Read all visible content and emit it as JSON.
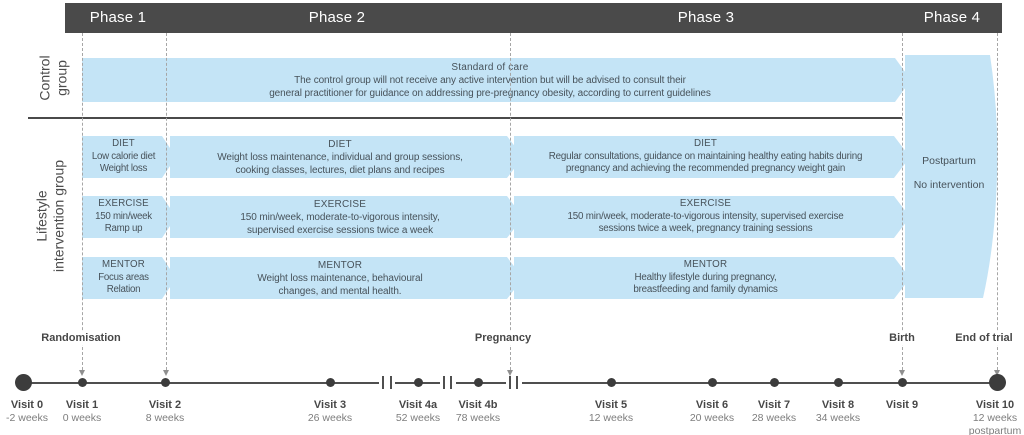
{
  "colors": {
    "accent_blue": "#c4e4f6",
    "header_bar": "#4a4a4a",
    "arrow_text": "#47525a",
    "timeline": "#4f4f4f",
    "dashed_line": "#a6a6a6",
    "muted_text": "#7d7d7d"
  },
  "header": {
    "phases": [
      {
        "label": "Phase 1"
      },
      {
        "label": "Phase 2"
      },
      {
        "label": "Phase 3"
      },
      {
        "label": "Phase 4"
      }
    ]
  },
  "groups": {
    "control": {
      "line1": "Control",
      "line2": "group"
    },
    "lifestyle": {
      "line1": "Lifestyle",
      "line2": "intervention group"
    }
  },
  "control_arrow": {
    "line1": "Standard of care",
    "line2": "The control group will not receive any active intervention but will be advised to consult their",
    "line3": "general practitioner for guidance on addressing pre-pregnancy obesity, according to current guidelines"
  },
  "rows": {
    "diet": {
      "p1": {
        "title": "DIET",
        "line1": "Low calorie diet",
        "line2": "Weight loss"
      },
      "p2": {
        "title": "DIET",
        "line1": "Weight loss maintenance, individual and group sessions,",
        "line2": "cooking classes, lectures, diet plans and recipes"
      },
      "p3": {
        "title": "DIET",
        "line1": "Regular consultations, guidance on maintaining healthy eating habits during",
        "line2": "pregnancy and achieving the recommended pregnancy weight gain"
      }
    },
    "exercise": {
      "p1": {
        "title": "EXERCISE",
        "line1": "150 min/week",
        "line2": "Ramp up"
      },
      "p2": {
        "title": "EXERCISE",
        "line1": "150 min/week, moderate-to-vigorous intensity,",
        "line2": "supervised exercise sessions twice a week"
      },
      "p3": {
        "title": "EXERCISE",
        "line1": "150 min/week, moderate-to-vigorous intensity, supervised exercise",
        "line2": "sessions twice a week, pregnancy training sessions"
      }
    },
    "mentor": {
      "p1": {
        "title": "MENTOR",
        "line1": "Focus areas",
        "line2": "Relation"
      },
      "p2": {
        "title": "MENTOR",
        "line1": "Weight loss maintenance, behavioural",
        "line2": "changes, and mental health."
      },
      "p3": {
        "title": "MENTOR",
        "line1": "Healthy lifestyle during pregnancy,",
        "line2": "breastfeeding and family dynamics"
      }
    }
  },
  "phase4": {
    "line1": "Postpartum",
    "line2": "No intervention"
  },
  "timeline": {
    "annotations": {
      "randomisation": "Randomisation",
      "pregnancy": "Pregnancy",
      "birth": "Birth",
      "end_of_trial": "End of trial"
    },
    "visits": [
      {
        "name": "Visit 0",
        "weeks": "-2 weeks"
      },
      {
        "name": "Visit 1",
        "weeks": "0 weeks"
      },
      {
        "name": "Visit 2",
        "weeks": "8 weeks"
      },
      {
        "name": "Visit 3",
        "weeks": "26 weeks"
      },
      {
        "name": "Visit 4a",
        "weeks": "52 weeks"
      },
      {
        "name": "Visit 4b",
        "weeks": "78 weeks"
      },
      {
        "name": "Visit 5",
        "weeks": "12 weeks"
      },
      {
        "name": "Visit 6",
        "weeks": "20 weeks"
      },
      {
        "name": "Visit 7",
        "weeks": "28 weeks"
      },
      {
        "name": "Visit 8",
        "weeks": "34 weeks"
      },
      {
        "name": "Visit 9",
        "weeks": ""
      },
      {
        "name": "Visit 10",
        "weeks": "12 weeks",
        "weeks2": "postpartum"
      }
    ]
  }
}
